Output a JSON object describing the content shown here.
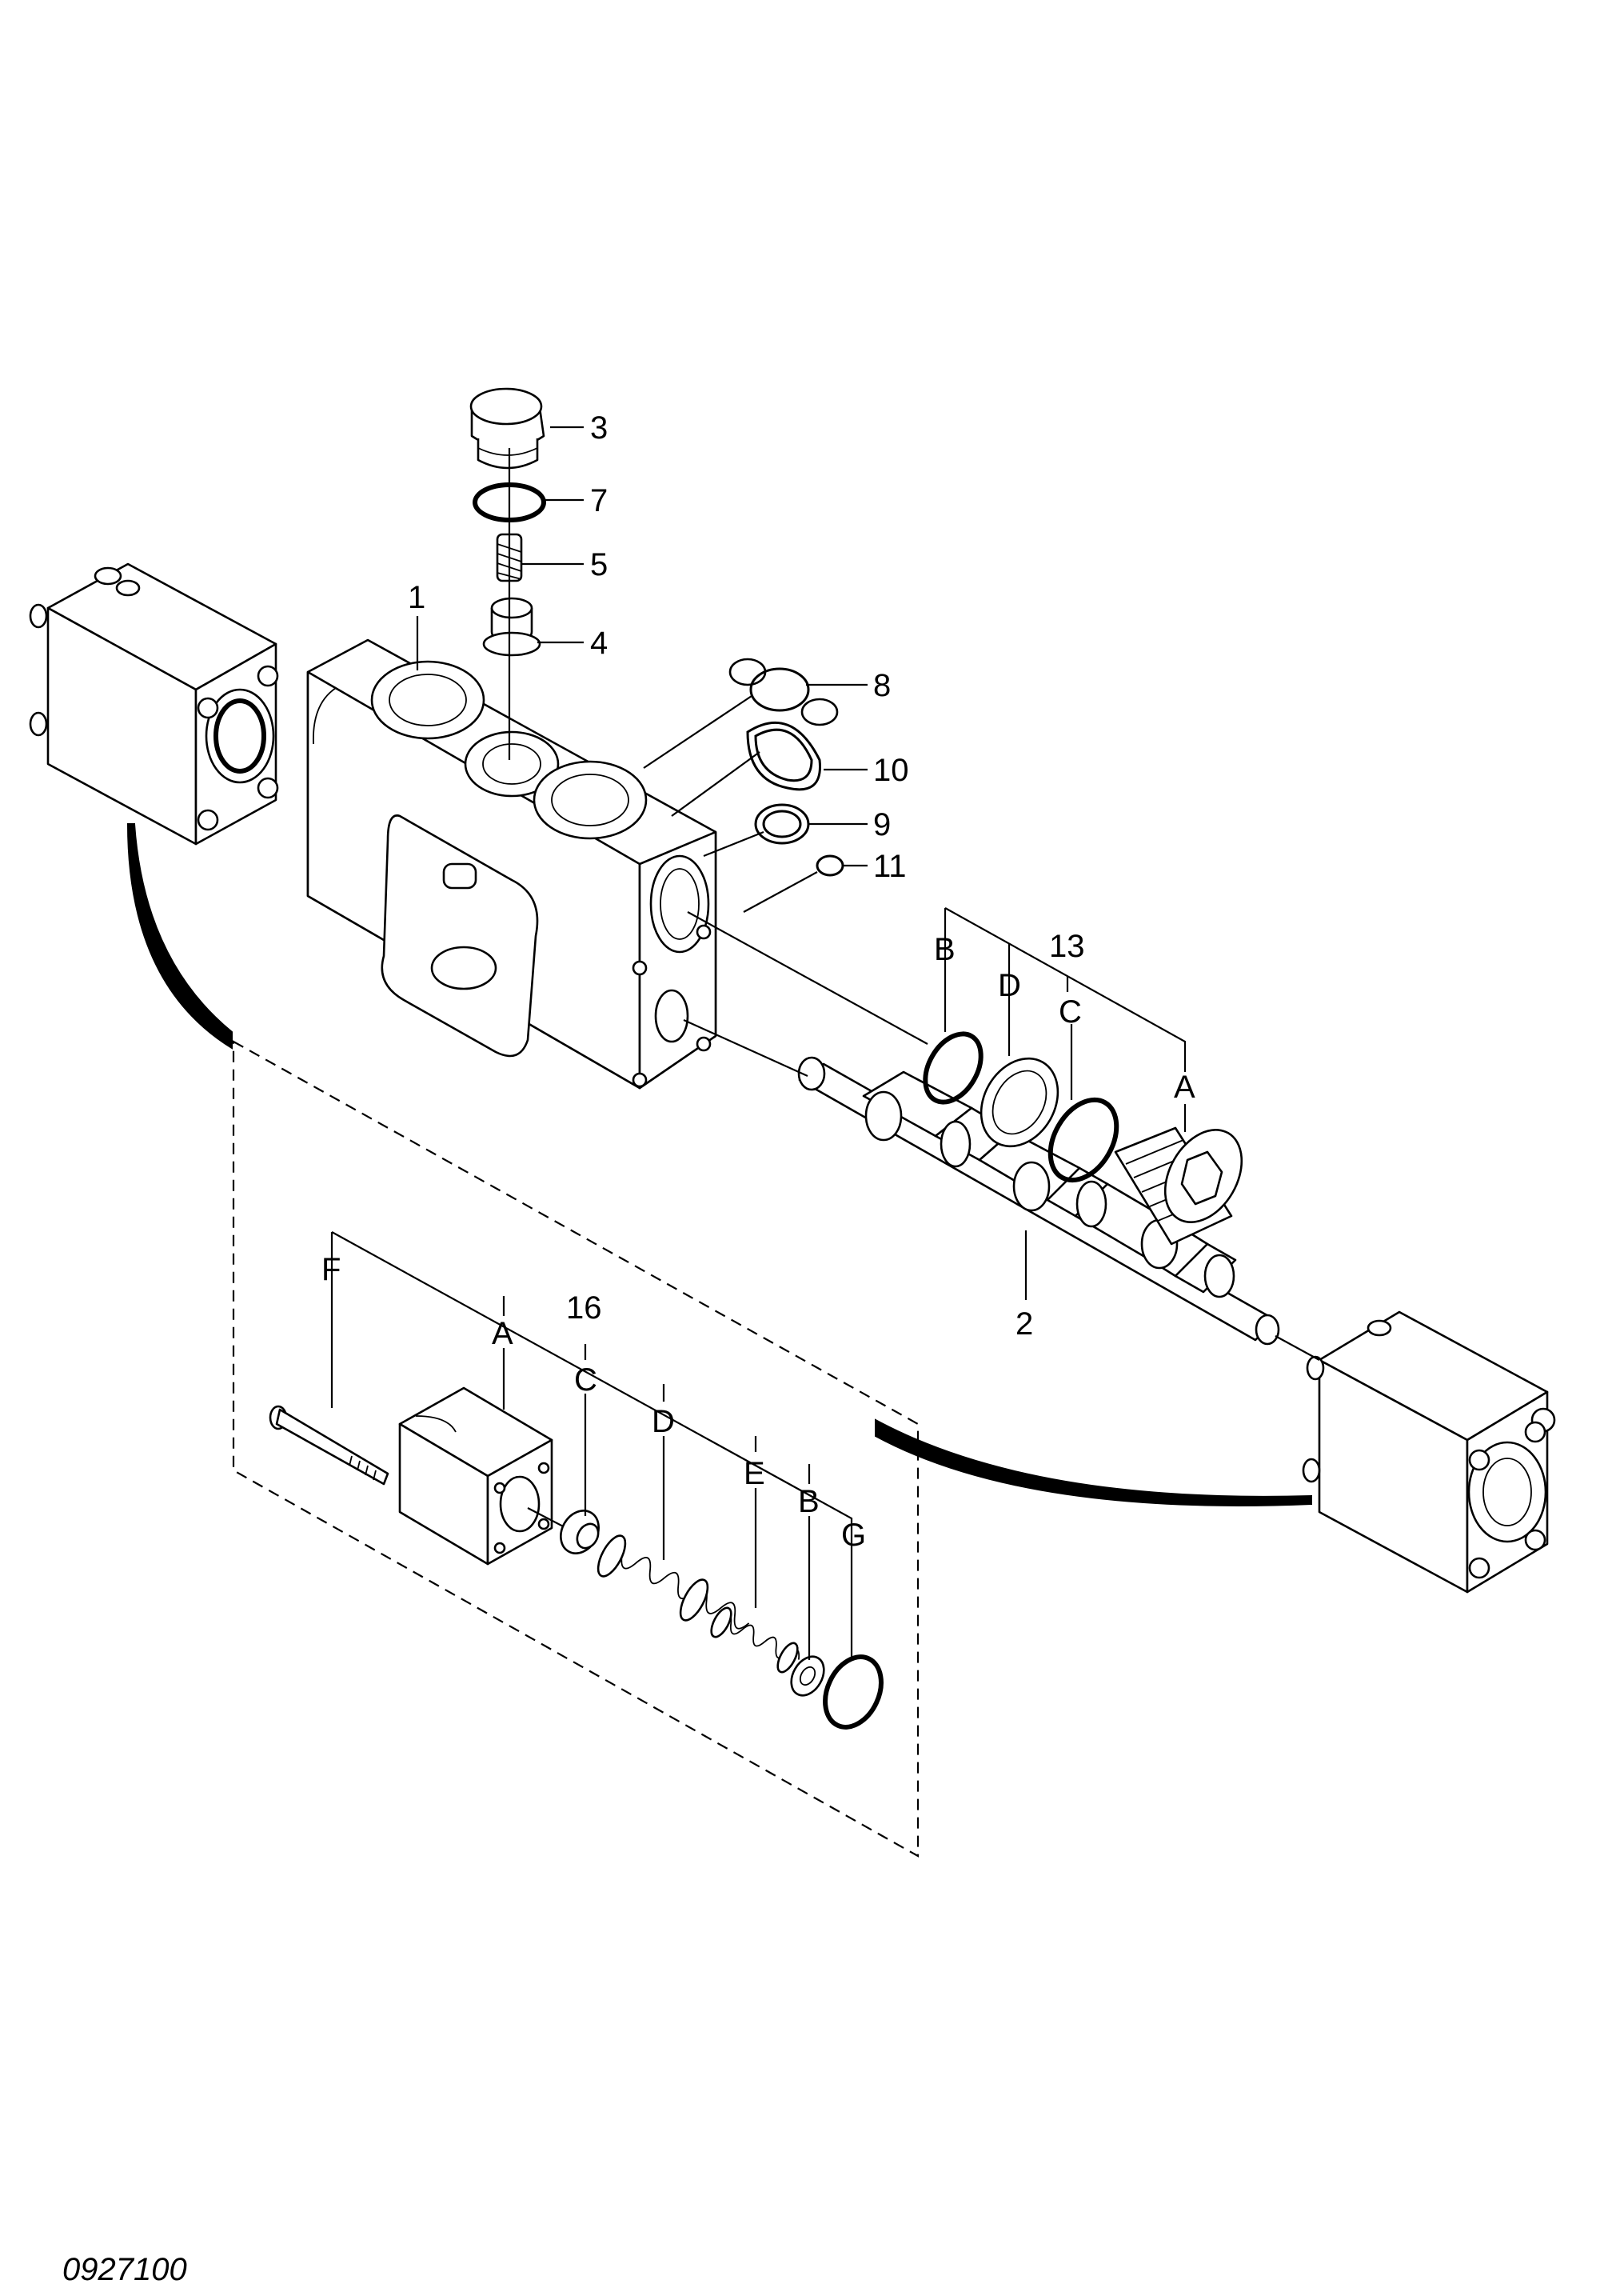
{
  "drawing_code": "0927100",
  "callouts": {
    "c1": "1",
    "c2": "2",
    "c3": "3",
    "c4": "4",
    "c5": "5",
    "c7": "7",
    "c8": "8",
    "c9": "9",
    "c10": "10",
    "c11": "11",
    "c13": "13",
    "c16": "16"
  },
  "kit13": {
    "B": "B",
    "D": "D",
    "C": "C",
    "A": "A"
  },
  "kit16": {
    "F": "F",
    "A": "A",
    "C": "C",
    "D": "D",
    "E": "E",
    "B": "B",
    "G": "G"
  }
}
